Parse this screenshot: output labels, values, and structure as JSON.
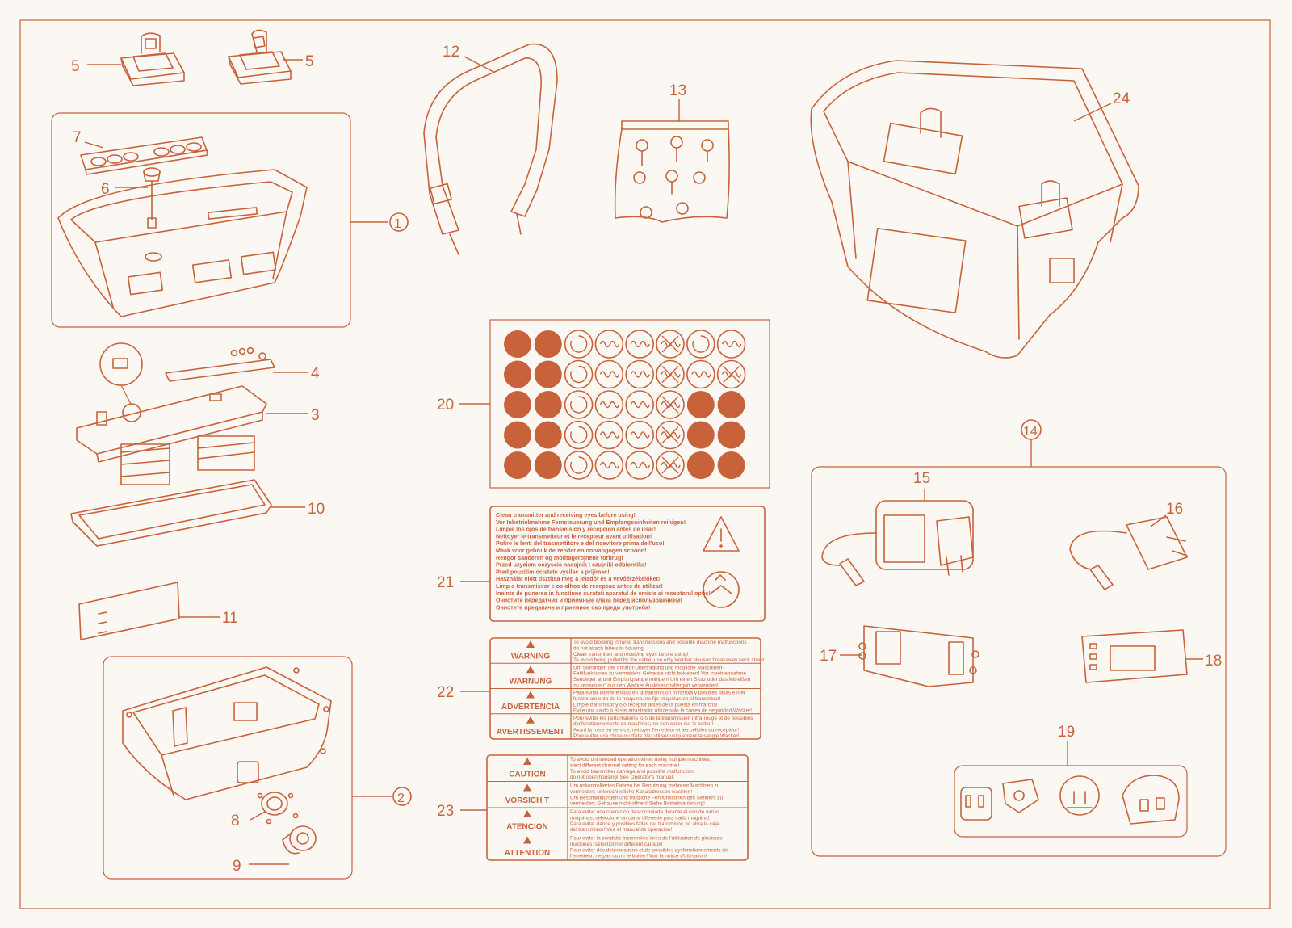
{
  "callouts": {
    "c1": "1",
    "c2": "2",
    "c3": "3",
    "c4": "4",
    "c5a": "5",
    "c5b": "5",
    "c6": "6",
    "c7": "7",
    "c8": "8",
    "c9": "9",
    "c10": "10",
    "c11": "11",
    "c12": "12",
    "c13": "13",
    "c14": "14",
    "c15": "15",
    "c16": "16",
    "c17": "17",
    "c18": "18",
    "c19": "19",
    "c20": "20",
    "c21": "21",
    "c22": "22",
    "c23": "23",
    "c24": "24"
  },
  "label21": {
    "lines": [
      "Clean transmitter and receiving eyes before using!",
      "Vor Inbetriebnahme Fernsteuerung und Empfangseinheiten reinigen!",
      "Limpie los ojos de transmision y recepcion antes de usar!",
      "Nettoyer le transmetteur et le recepteur avant utilisation!",
      "Pulire le lenti del trasmettitore e del ricevitore prima dell'uso!",
      "Maak voor gebruik de zender en ontvangogen schoon!",
      "Rengor sanderen og modtagerojnene forbrug!",
      "Przed uzyciem oczyscic nadajnik i czujniki odbiornika!",
      "Pred pouzitim ocistete vysilac a prijimac!",
      "Használat előtt tisztítsa meg a jeladót és a vevőérzékelőket!",
      "Limp o transmissor e os olhos de recepcao antes de utilizar!",
      "Inainte de punerea in functiune curatati aparatul de emisie si receptorul optic!",
      "Очистите передатчик и приемные глаза перед использованием!",
      "Очистете предавача и приемное око преди употреба!"
    ]
  },
  "label22": {
    "rows": [
      {
        "heading": "WARNING",
        "text": [
          "To avoid blocking infrared transmissions and possible machine malfunctions",
          "do not attach labels to housing!",
          "Clean transmitter and receiving eyes before using!",
          "To avoid being pulled by the cable, use only Wacker Neuson breakaway neck strap!"
        ]
      },
      {
        "heading": "WARNUNG",
        "text": [
          "Um Storungen der Infrarot-Ubertragung und mogliche Maschinen-",
          "Fehlfunktionen zu vermeiden; Gehause nicht bekleben! Vor Inbetriebnahme",
          "Sendeger at und Empfangsauge reinigen! Um einen Sturz oder das Mitreißen",
          "zu vermeiden\" nur den Wacker Auslöseschultergurt verwenden!"
        ]
      },
      {
        "heading": "ADVERTENCIA",
        "text": [
          "Para evitar interferencias en la transmision infrarroja y posibles fallas e n el",
          "funcionamiento de la maquina; no fije etiquetas en el transmisor!",
          "Limpie transmisor y ojo receptor antes de la puesta en marcha!",
          "Evite una caido o el ser arrastrado; utilice solo la correa de seguridad Wacker!"
        ]
      },
      {
        "heading": "AVERTISSEMENT",
        "text": [
          "Pour eviter les perturbations lors de la transmission infra-rouge et de possibles",
          "dysfonctionnements de machines; ne rien coller sur le boitier!",
          "Avant la mise en service; nettoyer l'emetteur et les cellules du recepteur!",
          "Pour eviter une chute ou d'ete trie; utiliser uniquement la sangle Wacker!"
        ]
      }
    ]
  },
  "label23": {
    "rows": [
      {
        "heading": "CAUTION",
        "text": [
          "To avoid unintended operation when using multiple machines;",
          "slect different channel setting for each machine!",
          "To avoid transmitter damage and possible malfunction;",
          "do not open housing! See Operator's manual!"
        ]
      },
      {
        "heading": "VORSICH T",
        "text": [
          "Um unkontrolliertes Fahren bei Benutzung mehrerer Machinen zu",
          "vermeiden; unterschiedliche Kanaladressen washlen!",
          "Um Beschadigungen und mogliche Fehlfunktionen des Senders zu",
          "vermeiden; Gehause nicht offnen! Siehe Betriebsanleitung!"
        ]
      },
      {
        "heading": "ATENCION",
        "text": [
          "Para evitar una operacion descontrolada durante el uso de varias",
          "maquinas; seleccione un canal diferente para cada maquina!",
          "Para evitar dance y posibles fallas del transmisor; no abra la caja",
          "del transmisior! Vea el manual de operacion!"
        ]
      },
      {
        "heading": "ATTENTION",
        "text": [
          "Pour eviter la conduite incontrolee lores de l'utilisation de plusieurs",
          "machines; selectionner different canaux!",
          "Pour eviter des deteriorations et de possibles dysfonctionnements de",
          "l'emetteur; ne pas ouvrir le boitier! Voir la notice d'utilisation!"
        ]
      }
    ]
  },
  "label20": {
    "pattern": [
      [
        "solid",
        "solid",
        "ring",
        "wave",
        "wave",
        "cross",
        "ring",
        "wave"
      ],
      [
        "solid",
        "solid",
        "ring",
        "wave",
        "wave",
        "cross",
        "wave",
        "cross"
      ],
      [
        "solid",
        "solid",
        "ring",
        "wave",
        "wave",
        "cross",
        "solid",
        "solid"
      ],
      [
        "solid",
        "solid",
        "ring",
        "wave",
        "wave",
        "cross",
        "solid",
        "solid"
      ],
      [
        "solid",
        "solid",
        "ring",
        "wave",
        "wave",
        "cross",
        "solid",
        "solid"
      ]
    ]
  },
  "colors": {
    "line": "#c8623a",
    "background": "#fbf8f4"
  }
}
